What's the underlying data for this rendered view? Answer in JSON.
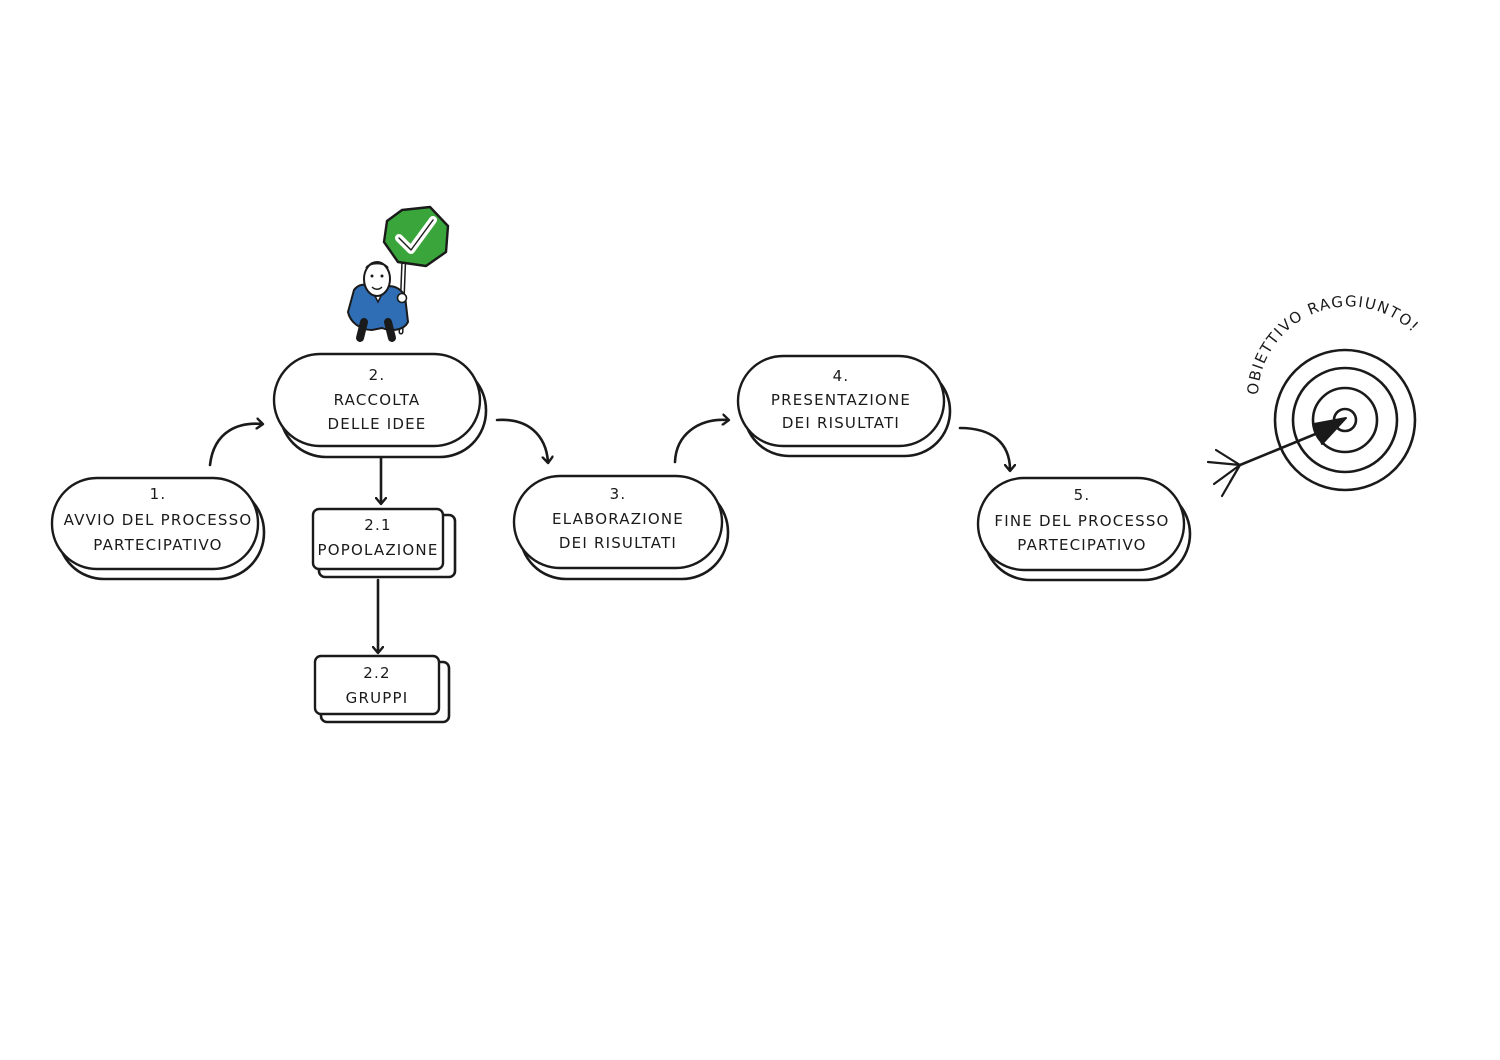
{
  "diagram": {
    "nodes": {
      "n1": {
        "number": "1.",
        "line1": "AVVIO DEL PROCESSO",
        "line2": "PARTECIPATIVO"
      },
      "n2": {
        "number": "2.",
        "line1": "RACCOLTA",
        "line2": "DELLE IDEE"
      },
      "n21": {
        "number": "2.1",
        "line1": "POPOLAZIONE"
      },
      "n22": {
        "number": "2.2",
        "line1": "GRUPPI"
      },
      "n3": {
        "number": "3.",
        "line1": "ELABORAZIONE",
        "line2": "DEI RISULTATI"
      },
      "n4": {
        "number": "4.",
        "line1": "PRESENTAZIONE",
        "line2": "DEI RISULTATI"
      },
      "n5": {
        "number": "5.",
        "line1": "FINE DEL PROCESSO",
        "line2": "PARTECIPATIVO"
      }
    },
    "goal": {
      "label": "OBIETTIVO RAGGIUNTO!"
    },
    "colors": {
      "ink": "#1a1a1a",
      "sign_green": "#3aa53a",
      "figure_blue": "#2f6db5"
    },
    "icons": [
      "person-with-check-sign-icon",
      "target-icon",
      "arrow-icon"
    ]
  }
}
